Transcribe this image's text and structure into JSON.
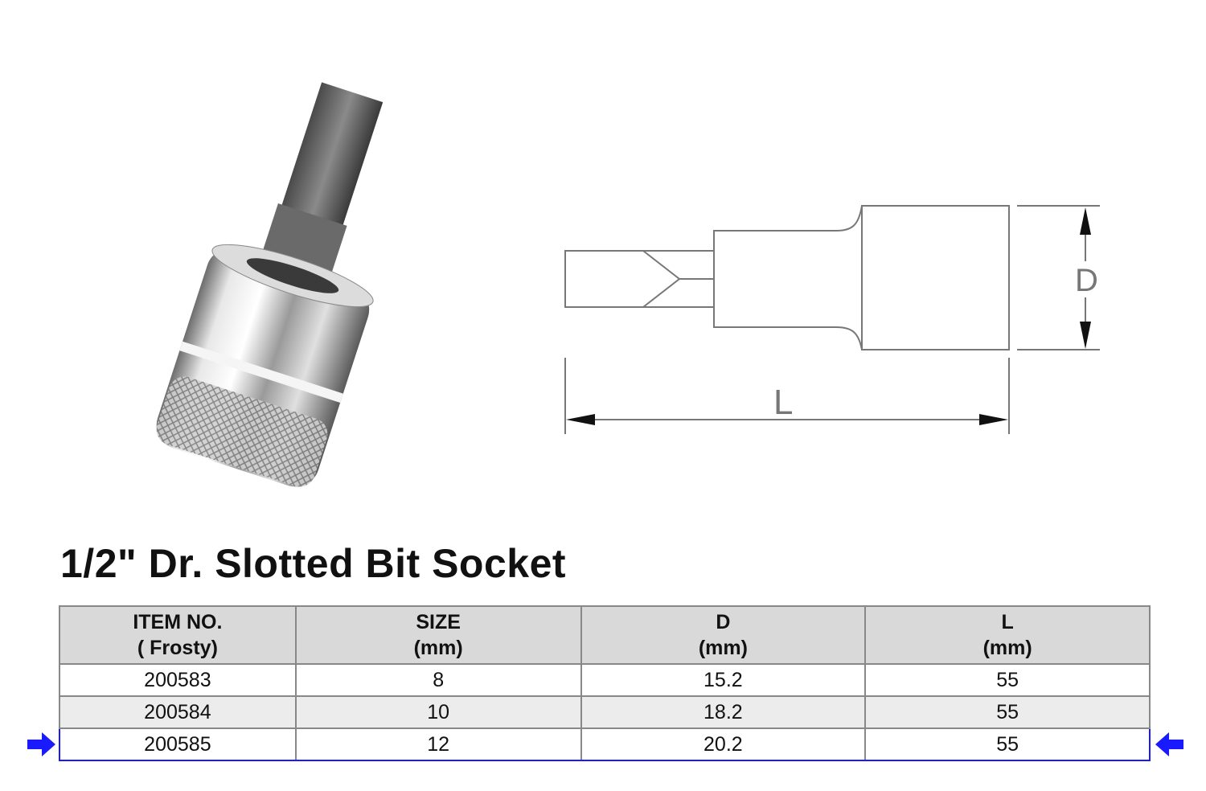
{
  "product_title": "1/2\" Dr. Slotted Bit Socket",
  "diagram": {
    "dim_d": "D",
    "dim_l": "L"
  },
  "table": {
    "headers": [
      {
        "line1": "ITEM NO.",
        "line2": "( Frosty)"
      },
      {
        "line1": "SIZE",
        "line2": "(mm)"
      },
      {
        "line1": "D",
        "line2": "(mm)"
      },
      {
        "line1": "L",
        "line2": "(mm)"
      }
    ],
    "rows": [
      [
        "200583",
        "8",
        "15.2",
        "55"
      ],
      [
        "200584",
        "10",
        "18.2",
        "55"
      ],
      [
        "200585",
        "12",
        "20.2",
        "55"
      ]
    ],
    "highlighted_row": 2
  },
  "colors": {
    "highlight": "#1a1aff",
    "header_bg": "#d9d9d9"
  }
}
